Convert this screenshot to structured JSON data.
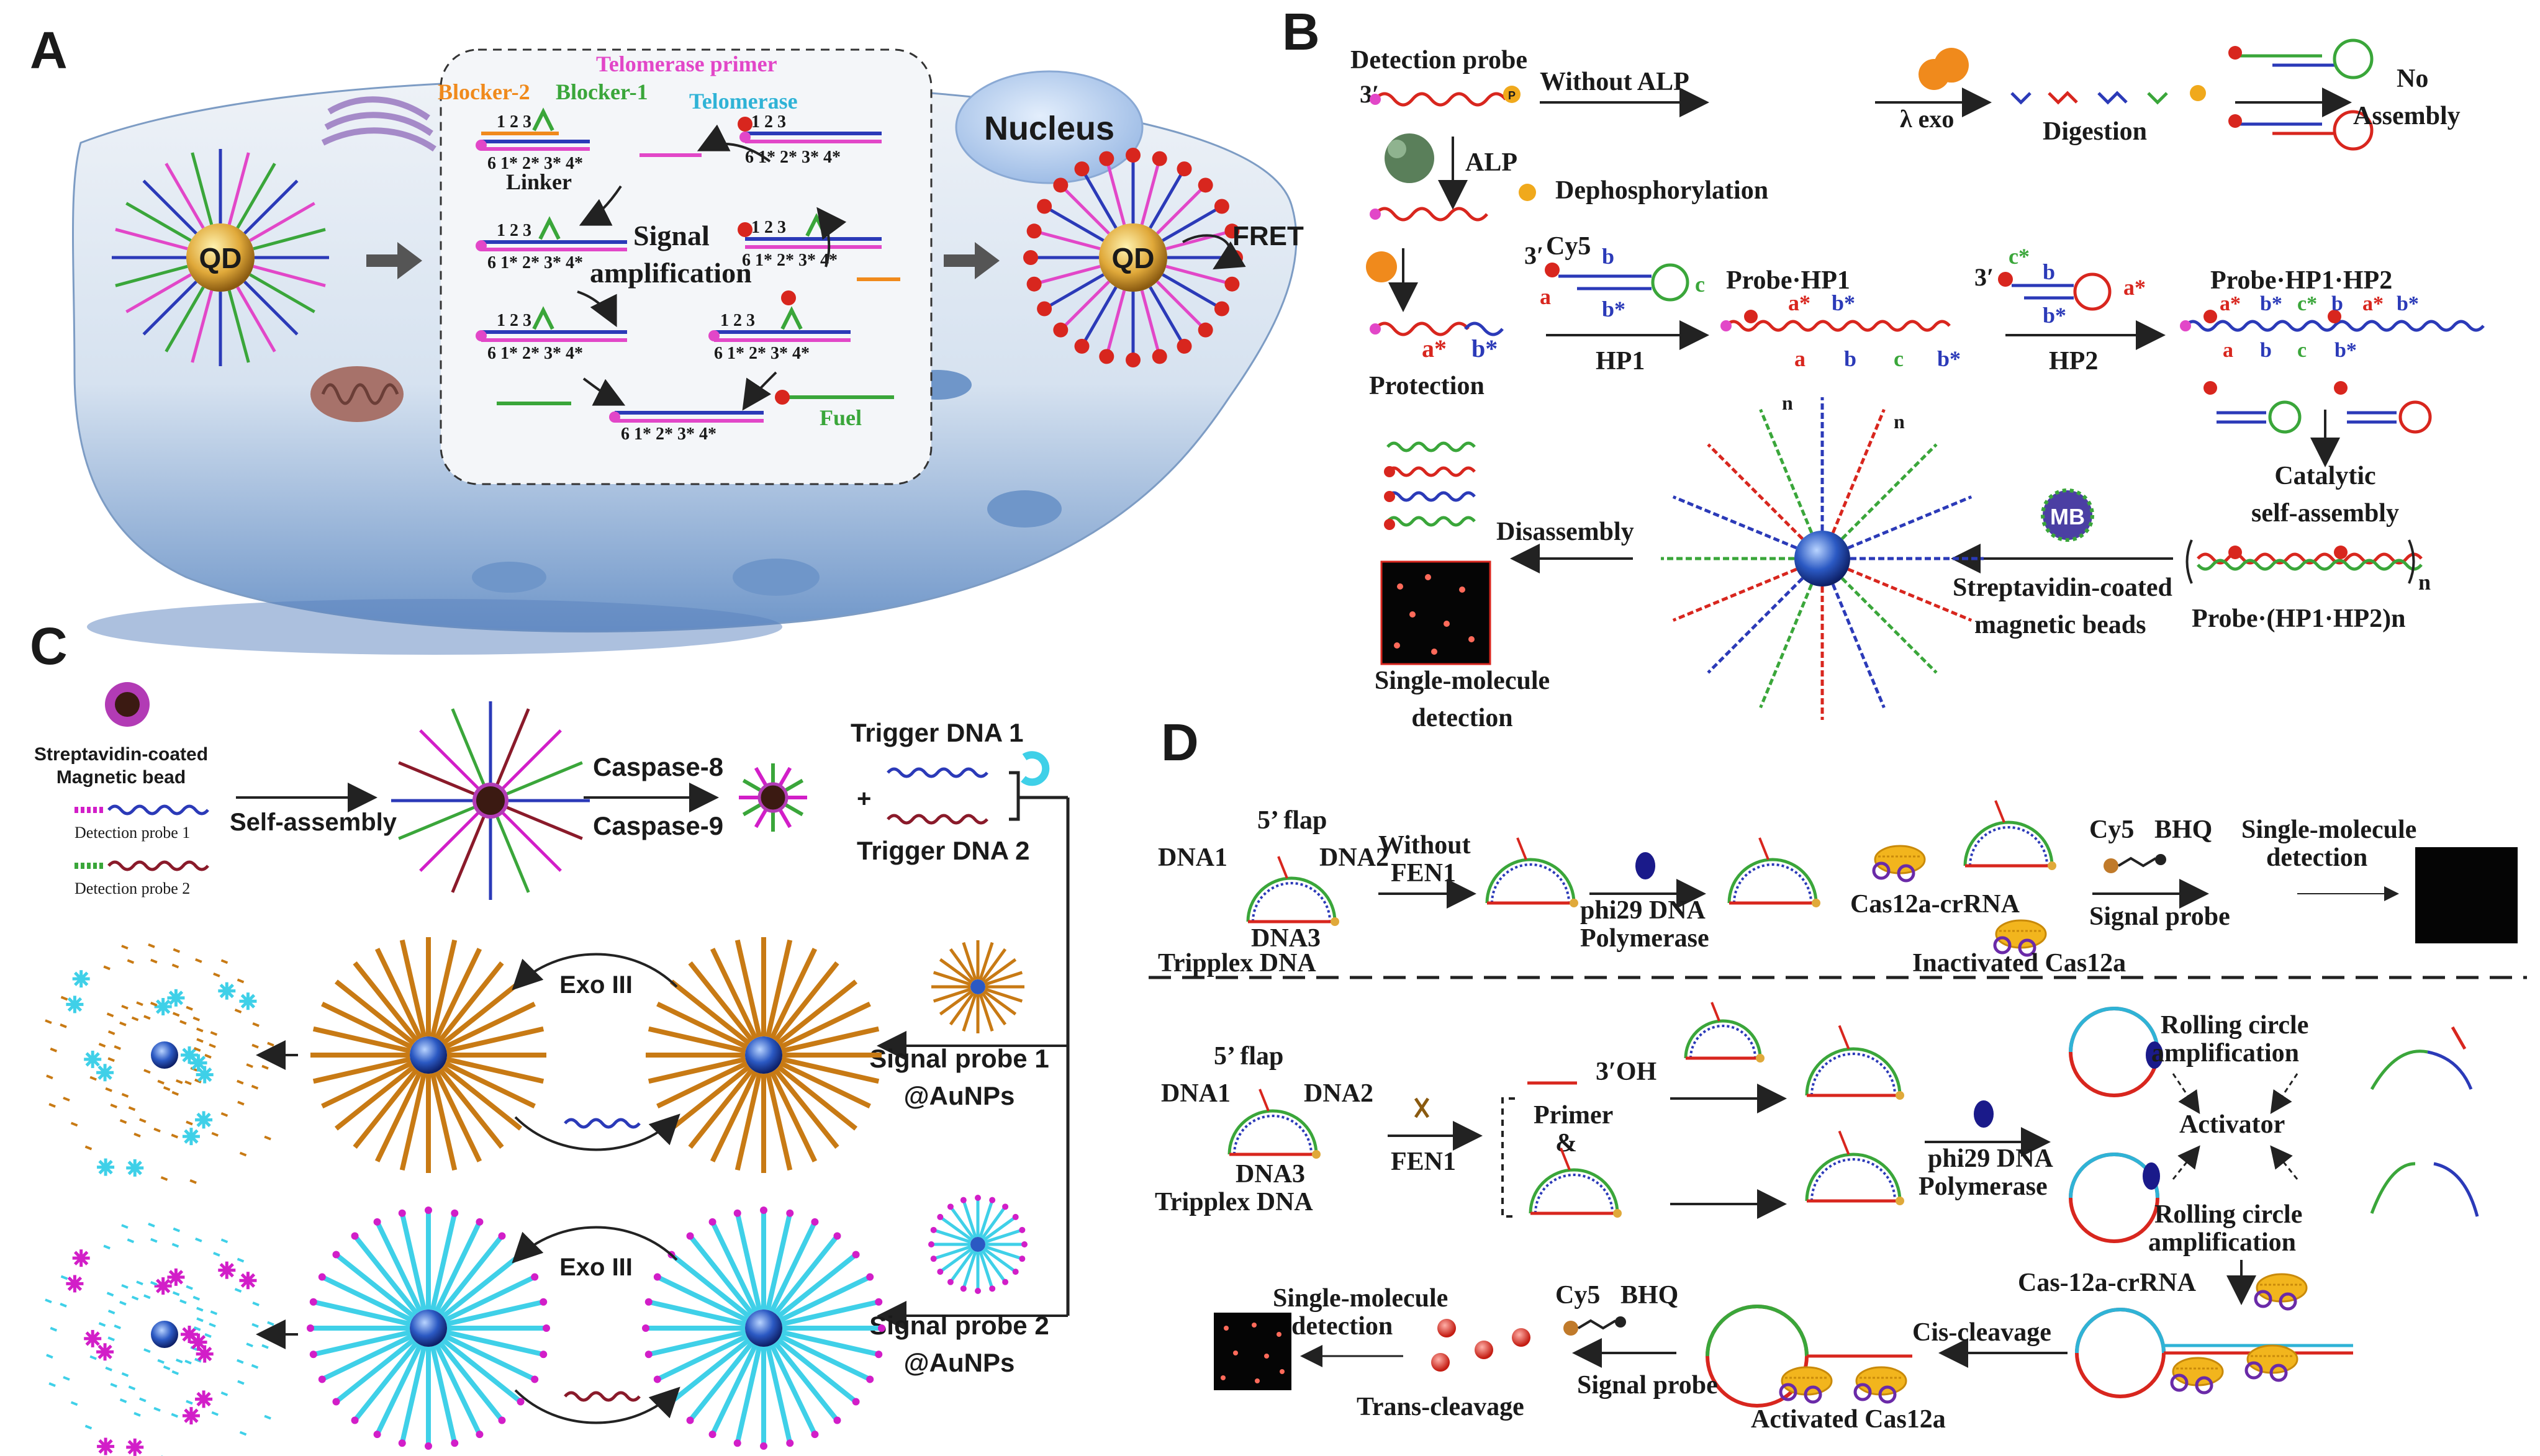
{
  "panels": [
    {
      "letter": "A"
    },
    {
      "letter": "B"
    },
    {
      "letter": "C"
    },
    {
      "letter": "D"
    }
  ],
  "panel_a": {
    "qd": "QD",
    "nucleus": "Nucleus",
    "fret": "FRET",
    "telomerase_primer": "Telomerase primer",
    "blocker2": "Blocker-2",
    "blocker1": "Blocker-1",
    "telomerase": "Telomerase",
    "linker": "Linker",
    "signal": "Signal",
    "amplification": "amplification",
    "fuel": "Fuel",
    "seq_top": "1  2  3",
    "seq_bottom": "6   1*  2* 3* 4*"
  },
  "panel_b": {
    "detection_probe": "Detection probe",
    "without_alp": "Without ALP",
    "lambda_exo": "λ exo",
    "digestion": "Digestion",
    "no": "No",
    "assembly": "Assembly",
    "alp": "ALP",
    "dephosphorylation": "Dephosphorylation",
    "cy5": "Cy5",
    "probe_hp1": "Probe·HP1",
    "probe_hp1_hp2": "Probe·HP1·HP2",
    "protection": "Protection",
    "hp1": "HP1",
    "hp2": "HP2",
    "catalytic": "Catalytic",
    "self_assembly": "self-assembly",
    "disassembly": "Disassembly",
    "mb": "MB",
    "streptavidin_coated": "Streptavidin-coated",
    "magnetic_beads": "magnetic beads",
    "probe_n": "Probe·(HP1·HP2)n",
    "single_molecule": "Single-molecule",
    "detection": "detection",
    "n": "n",
    "three_prime": "3′",
    "seq_a": "a",
    "seq_b": "b",
    "seq_c": "c",
    "seq_astar": "a*",
    "seq_bstar": "b*",
    "seq_cstar": "c*",
    "phosphate": "P"
  },
  "panel_c": {
    "streptavidin_bead_1": "Streptavidin-coated",
    "streptavidin_bead_2": "Magnetic bead",
    "detection_probe_1": "Detection probe 1",
    "detection_probe_2": "Detection probe 2",
    "self_assembly": "Self-assembly",
    "caspase8": "Caspase-8",
    "caspase9": "Caspase-9",
    "trigger1": "Trigger DNA 1",
    "trigger2": "Trigger DNA 2",
    "plus": "+",
    "exo3_a": "Exo III",
    "exo3_b": "Exo III",
    "signal_probe1": "Signal probe 1",
    "aunps1": "@AuNPs",
    "signal_probe2": "Signal probe 2",
    "aunps2": "@AuNPs"
  },
  "panel_d": {
    "flap": "5’ flap",
    "dna1": "DNA1",
    "dna2": "DNA2",
    "dna3": "DNA3",
    "tripplex": "Tripplex DNA",
    "without": "Without",
    "fen1": "FEN1",
    "phi29": "phi29 DNA",
    "polymerase": "Polymerase",
    "cas12a_crrna": "Cas12a-crRNA",
    "inactivated": "Inactivated Cas12a",
    "cy5": "Cy5",
    "bhq": "BHQ",
    "signal_probe": "Signal probe",
    "single_molecule": "Single-molecule",
    "detection": "detection",
    "three_oh": "3′OH",
    "primer": "Primer",
    "amp": "&",
    "rca": "Rolling circle",
    "amplification": "amplification",
    "activator": "Activator",
    "cas12a_crrna2": "Cas-12a-crRNA",
    "cis_cleavage": "Cis-cleavage",
    "trans_cleavage": "Trans-cleavage",
    "activated": "Activated Cas12a"
  },
  "colors": {
    "cell": "#c9d7ea",
    "cell_floor": "#6f96c9",
    "qd_core": "#e0a93a",
    "red_dye": "#d8261e",
    "strand_blue": "#2b3ab8",
    "strand_green": "#3aa63a",
    "strand_orange": "#f08a1c",
    "strand_pink": "#e247c8",
    "strand_cyan": "#2fb3d6",
    "bead_blue": "#2b59c3",
    "orange_probe": "#c87a14",
    "cyan_probe": "#3fd0e8",
    "magenta_probe": "#d21ec8"
  }
}
